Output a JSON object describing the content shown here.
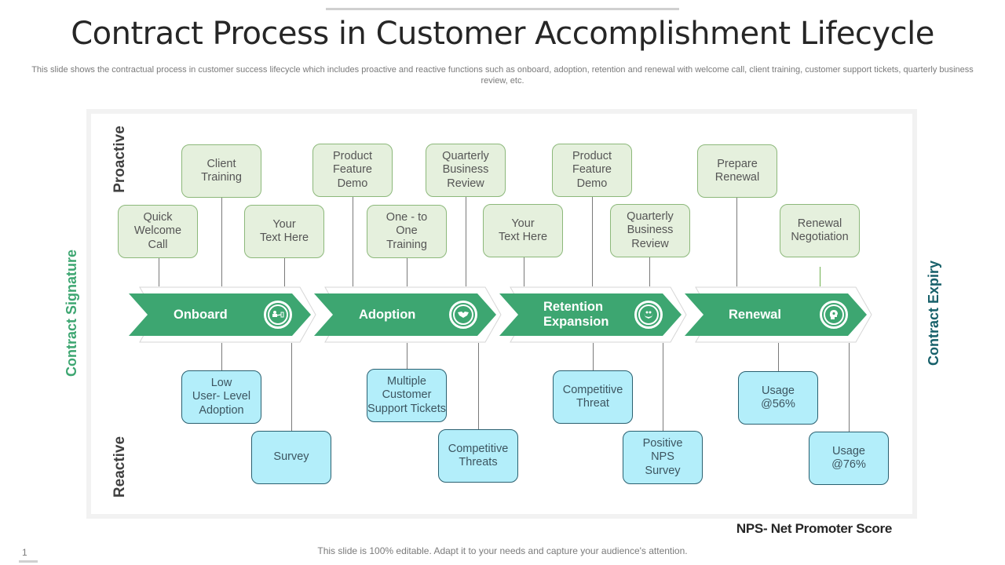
{
  "slide": {
    "title": "Contract Process in Customer Accomplishment Lifecycle",
    "subtitle": "This slide shows the contractual process in customer success lifecycle which includes proactive and reactive functions such as onboard, adoption, retention and renewal with welcome call, client training, customer support tickets, quarterly business review, etc.",
    "page_number": "1",
    "footer": "This slide is 100% editable. Adapt it to your needs and capture your audience's attention.",
    "legend_note": "NPS- Net Promoter Score"
  },
  "axis_labels": {
    "proactive": "Proactive",
    "reactive": "Reactive",
    "start": "Contract Signature",
    "end": "Contract Expiry"
  },
  "colors": {
    "stage_fill": "#3da671",
    "proactive_fill": "#e5f0dd",
    "proactive_border": "#8cb87a",
    "reactive_fill": "#b3eefa",
    "reactive_border": "#2a6070",
    "start_label": "#3da671",
    "end_label": "#17606a"
  },
  "stages": [
    {
      "label": "Onboard",
      "icon": "person-phone-icon",
      "proactive": [
        "Quick\nWelcome\nCall",
        "Client\nTraining",
        "Your\nText Here"
      ],
      "reactive": [
        "Low\nUser- Level\nAdoption",
        "Survey"
      ]
    },
    {
      "label": "Adoption",
      "icon": "handshake-icon",
      "proactive": [
        "Product\nFeature\nDemo",
        "One - to\nOne\nTraining",
        "Quarterly\nBusiness\nReview"
      ],
      "reactive": [
        "Multiple\nCustomer\nSupport Tickets",
        "Competitive\nThreats"
      ]
    },
    {
      "label": "Retention\nExpansion",
      "icon": "hands-people-icon",
      "proactive": [
        "Your\nText Here",
        "Product\nFeature\nDemo",
        "Quarterly\nBusiness\nReview"
      ],
      "reactive": [
        "Competitive\nThreat",
        "Positive\nNPS\nSurvey"
      ]
    },
    {
      "label": "Renewal",
      "icon": "head-gear-icon",
      "proactive": [
        "Prepare\nRenewal",
        "Renewal\nNegotiation"
      ],
      "reactive": [
        "Usage\n@56%",
        "Usage\n@76%"
      ]
    }
  ]
}
